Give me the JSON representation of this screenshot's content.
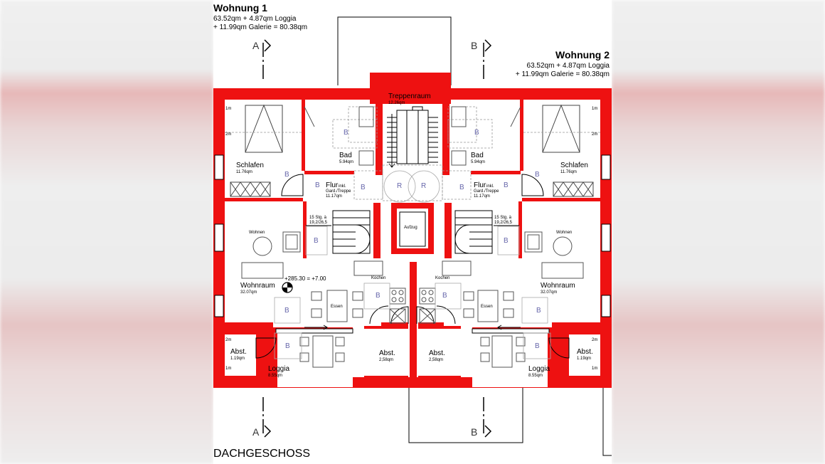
{
  "colors": {
    "wall": "#ee1111",
    "line": "#000000",
    "furniture": "#555555",
    "marker": "#6666aa"
  },
  "unit1": {
    "title": "Wohnung 1",
    "line1": "63.52qm + 4.87qm Loggia",
    "line2": "+ 11.99qm Galerie = 80.38qm"
  },
  "unit2": {
    "title": "Wohnung 2",
    "line1": "63.52qm + 4.87qm Loggia",
    "line2": "+ 11.99qm Galerie = 80.38qm"
  },
  "section_marks": {
    "a": "A",
    "b": "B"
  },
  "stair": {
    "name": "Treppenraum",
    "area": "12.26qm",
    "steps": "15 Stg. à",
    "ratio": "19,2/26,5"
  },
  "elevator": "Aufzug",
  "left": {
    "schlafen": "Schlafen",
    "schlafen_area": "11.76qm",
    "bad": "Bad",
    "bad_area": "5.94qm",
    "flur": "Flur",
    "flur_note1": "inkl.",
    "flur_note2": "Gard./Treppe",
    "flur_area": "11.17qm",
    "wohnen": "Wohnen",
    "wohnraum": "Wohnraum",
    "wohnraum_area": "32.07qm",
    "kochen": "Kochen",
    "essen": "Essen",
    "abst": "Abst.",
    "abst_area": "1.19qm",
    "loggia": "Loggia",
    "loggia_area": "8.55qm",
    "abst2": "Abst.",
    "abst2_area": "2,58qm",
    "height1": "1m",
    "height2": "2m"
  },
  "right": {
    "schlafen": "Schlafen",
    "schlafen_area": "11.76qm",
    "bad": "Bad",
    "bad_area": "5.94qm",
    "flur": "Flur",
    "flur_note1": "inkl.",
    "flur_note2": "Gard./Treppe",
    "flur_area": "11.17qm",
    "wohnen": "Wohnen",
    "wohnraum": "Wohnraum",
    "wohnraum_area": "32.07qm",
    "kochen": "Kochen",
    "essen": "Essen",
    "abst": "Abst.",
    "abst_area": "1.19qm",
    "loggia": "Loggia",
    "loggia_area": "8.55qm",
    "abst2": "Abst.",
    "abst2_area": "2,58qm",
    "height1": "1m",
    "height2": "2m"
  },
  "level": "+285.30 = +7.00",
  "markers": {
    "b": "B",
    "r": "R"
  },
  "floor_label": "DACHGESCHOSS"
}
